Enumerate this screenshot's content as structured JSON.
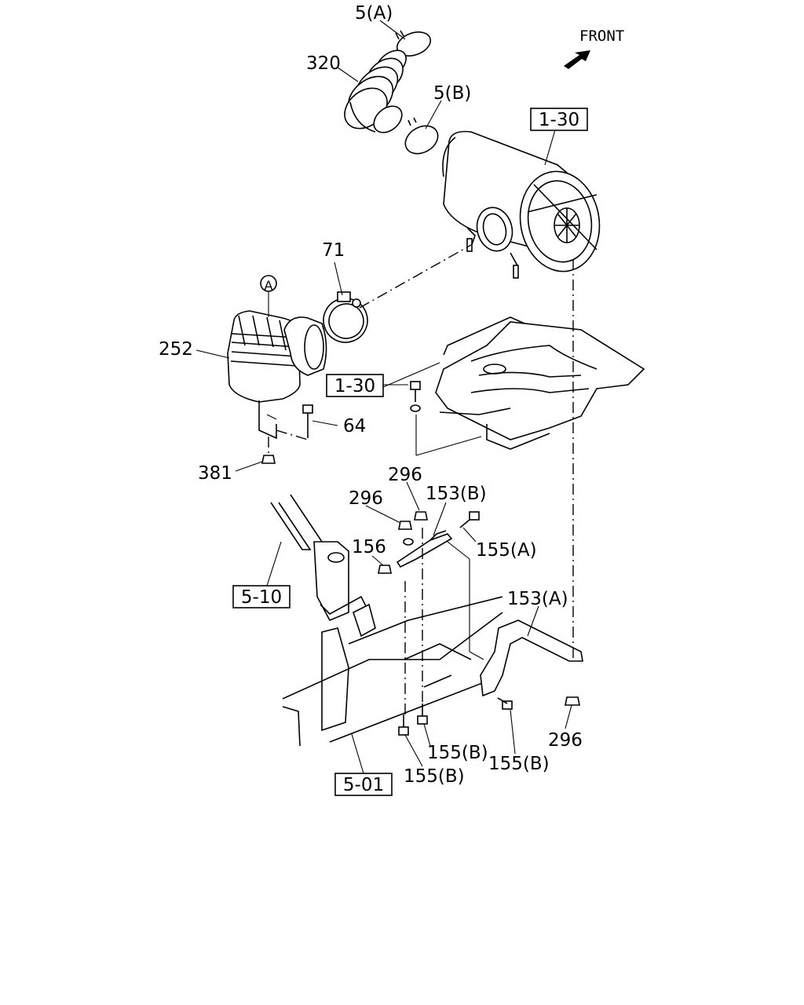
{
  "front_label": "FRONT",
  "detail_circle_letter": "A",
  "boxed_refs": {
    "cleaner_ref": "1-30",
    "mount_ref": "1-30",
    "frame_ref_upper": "5-10",
    "frame_ref_lower": "5-01"
  },
  "callouts": {
    "clamp_a": "5(A)",
    "hose": "320",
    "clamp_b": "5(B)",
    "band_clamp": "71",
    "intake_duct": "252",
    "bolt_64": "64",
    "nut_381": "381",
    "nut_296_top": "296",
    "nut_296_left": "296",
    "bracket_153b": "153(B)",
    "bolt_155a": "155(A)",
    "nut_156": "156",
    "bracket_153a": "153(A)",
    "nut_296_right": "296",
    "bolt_155b_1": "155(B)",
    "bolt_155b_2": "155(B)",
    "bolt_155b_3": "155(B)"
  }
}
